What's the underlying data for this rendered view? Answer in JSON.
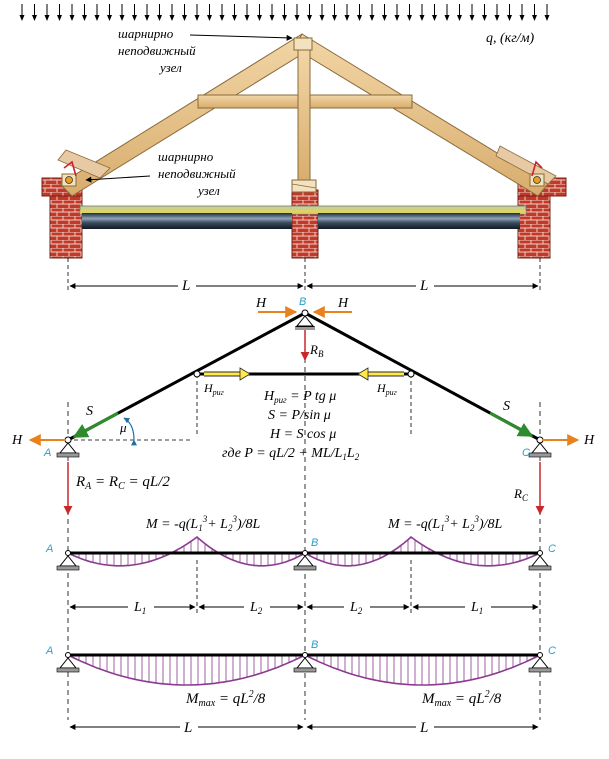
{
  "top": {
    "load_label": "q, (кг/м)",
    "node_top": [
      "шарнирно",
      "неподвижный",
      "узел"
    ],
    "node_side": [
      "шарнирно",
      "неподвижный",
      "узел"
    ],
    "span_left": "L",
    "span_right": "L"
  },
  "frame": {
    "H_left_top": "H",
    "H_right_top": "H",
    "point_B": "B",
    "RB": "R",
    "RB_sub": "B",
    "hrig_left": "H",
    "hrig_right": "H",
    "hrig_sub": "риг",
    "S_left": "S",
    "S_right": "S",
    "mu": "μ",
    "H_left": "H",
    "H_right": "H",
    "point_A": "A",
    "point_C": "C",
    "f1_a": "H",
    "f1_sub": "риг",
    "f1_b": " = P tg μ",
    "f2": "S = P/sin μ",
    "f3": "H = S cos μ",
    "f4": "где P = qL/2 + ML/L",
    "f4_sub1": "1",
    "f4_mid": "L",
    "f4_sub2": "2",
    "RA_a": "R",
    "RA_sub1": "A",
    "RA_mid": " = R",
    "RA_sub2": "C",
    "RA_end": " = qL/2",
    "RC": "R",
    "RC_sub": "C"
  },
  "diagram1": {
    "m_left_a": "M = -q(L",
    "m_sub1": "1",
    "m_sup": "3",
    "m_mid": "+ L",
    "m_sub2": "2",
    "m_end": ")/8L",
    "m_right_a": "M = -q(L",
    "point_A": "A",
    "point_B": "B",
    "point_C": "C",
    "L1": "L",
    "L2": "L",
    "sub1": "1",
    "sub2": "2"
  },
  "diagram2": {
    "point_A": "A",
    "point_B": "B",
    "point_C": "C",
    "mmax": "M",
    "mmax_sub": "max",
    "mmax_end": " = qL",
    "mmax_sup": "2",
    "mmax_tail": "/8",
    "L_left": "L",
    "L_right": "L"
  },
  "colors": {
    "moment": "#8b3a8f",
    "arrow_red": "#c8282a",
    "arrow_orange": "#e8821e",
    "arrow_green": "#2e8b2e",
    "accent_blue": "#2aa0c8",
    "brick": "#c0392b",
    "wood": "#e3bd82"
  }
}
